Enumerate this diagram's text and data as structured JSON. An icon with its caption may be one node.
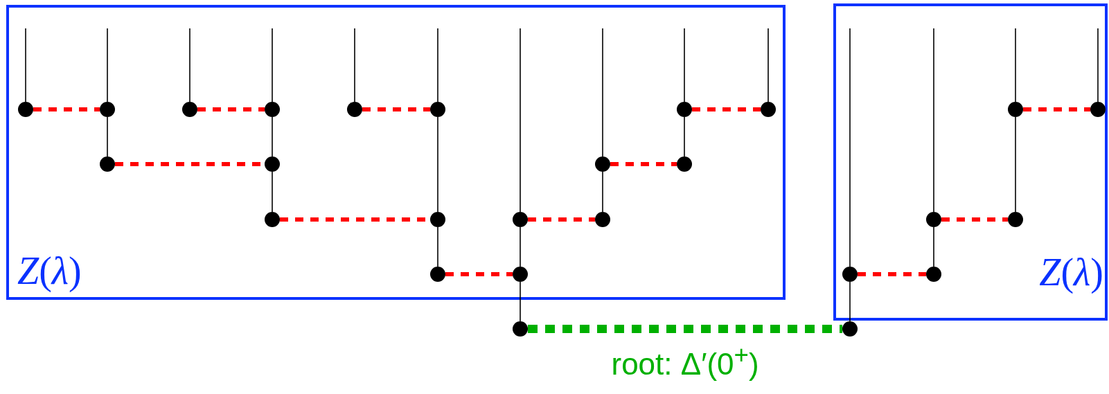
{
  "diagram": {
    "nodes": [
      {
        "text": [
          "*Z*(*λ*)"
        ]
      },
      {
        "text": [
          "*Z*(*λ*)"
        ]
      },
      {
        "text": [],
        "shape": "circle",
        "in": 0
      },
      {
        "text": [],
        "shape": "circle",
        "in": 0
      },
      {
        "text": [],
        "shape": "circle",
        "in": 0
      },
      {
        "text": [],
        "shape": "circle",
        "in": 0
      },
      {
        "text": [],
        "shape": "circle",
        "in": 0
      },
      {
        "text": [],
        "shape": "circle",
        "in": 0
      },
      {
        "text": [],
        "shape": "circle",
        "in": 0
      },
      {
        "text": [],
        "shape": "circle",
        "in": 0
      },
      {
        "text": [],
        "shape": "circle",
        "in": 1
      },
      {
        "text": [],
        "shape": "circle",
        "in": 1
      },
      {
        "text": [],
        "shape": "circle",
        "in": 0
      },
      {
        "text": [],
        "shape": "circle",
        "in": 0
      },
      {
        "text": [],
        "shape": "circle",
        "in": 0
      },
      {
        "text": [],
        "shape": "circle",
        "in": 0
      },
      {
        "text": [],
        "shape": "circle",
        "in": 0
      },
      {
        "text": [],
        "shape": "circle",
        "in": 0
      },
      {
        "text": [],
        "shape": "circle",
        "in": 0
      },
      {
        "text": [],
        "shape": "circle",
        "in": 0
      },
      {
        "text": [],
        "shape": "circle",
        "in": 1
      },
      {
        "text": [],
        "shape": "circle",
        "in": 1
      },
      {
        "text": [],
        "shape": "circle",
        "in": 0
      },
      {
        "text": [],
        "shape": "circle",
        "in": 0
      },
      {
        "text": [],
        "shape": "circle",
        "in": 1
      },
      {
        "text": [],
        "shape": "circle",
        "in": 1
      },
      {
        "text": [],
        "shape": "circle"
      },
      {
        "text": [],
        "shape": "circle"
      }
    ],
    "edges": [
      {
        "from": null,
        "to": 2,
        "arrow": "none"
      },
      {
        "from": null,
        "to": 3,
        "arrow": "none"
      },
      {
        "from": null,
        "to": 4,
        "arrow": "none"
      },
      {
        "from": null,
        "to": 5,
        "arrow": "none"
      },
      {
        "from": null,
        "to": 6,
        "arrow": "none"
      },
      {
        "from": null,
        "to": 7,
        "arrow": "none"
      },
      {
        "from": null,
        "to": 18,
        "arrow": "none"
      },
      {
        "from": null,
        "to": 14,
        "arrow": "none"
      },
      {
        "from": null,
        "to": 8,
        "arrow": "none"
      },
      {
        "from": null,
        "to": 9,
        "arrow": "none"
      },
      {
        "from": null,
        "to": 24,
        "arrow": "none"
      },
      {
        "from": null,
        "to": 20,
        "arrow": "none"
      },
      {
        "from": null,
        "to": 10,
        "arrow": "none"
      },
      {
        "from": null,
        "to": 11,
        "arrow": "none"
      },
      {
        "from": 3,
        "to": 12,
        "arrow": "none"
      },
      {
        "from": 5,
        "to": 13,
        "arrow": "none"
      },
      {
        "from": 13,
        "to": 16,
        "arrow": "none"
      },
      {
        "from": 7,
        "to": 17,
        "arrow": "none"
      },
      {
        "from": 17,
        "to": 22,
        "arrow": "none"
      },
      {
        "from": 18,
        "to": 23,
        "arrow": "none"
      },
      {
        "from": 23,
        "to": 26,
        "arrow": "none"
      },
      {
        "from": 14,
        "to": 19,
        "arrow": "none"
      },
      {
        "from": 8,
        "to": 15,
        "arrow": "none"
      },
      {
        "from": 24,
        "to": 27,
        "arrow": "none"
      },
      {
        "from": 20,
        "to": 25,
        "arrow": "none"
      },
      {
        "from": 10,
        "to": 21,
        "arrow": "none"
      },
      {
        "from": 2,
        "to": 3,
        "arrow": "none",
        "style": "dashed",
        "color": "#ff0000"
      },
      {
        "from": 4,
        "to": 5,
        "arrow": "none",
        "style": "dashed",
        "color": "#ff0000"
      },
      {
        "from": 6,
        "to": 7,
        "arrow": "none",
        "style": "dashed",
        "color": "#ff0000"
      },
      {
        "from": 8,
        "to": 9,
        "arrow": "none",
        "style": "dashed",
        "color": "#ff0000"
      },
      {
        "from": 10,
        "to": 11,
        "arrow": "none",
        "style": "dashed",
        "color": "#ff0000"
      },
      {
        "from": 12,
        "to": 13,
        "arrow": "none",
        "style": "dashed",
        "color": "#ff0000"
      },
      {
        "from": 14,
        "to": 15,
        "arrow": "none",
        "style": "dashed",
        "color": "#ff0000"
      },
      {
        "from": 16,
        "to": 17,
        "arrow": "none",
        "style": "dashed",
        "color": "#ff0000"
      },
      {
        "from": 18,
        "to": 19,
        "arrow": "none",
        "style": "dashed",
        "color": "#ff0000"
      },
      {
        "from": 20,
        "to": 21,
        "arrow": "none",
        "style": "dashed",
        "color": "#ff0000"
      },
      {
        "from": 22,
        "to": 23,
        "arrow": "none",
        "style": "dashed",
        "color": "#ff0000"
      },
      {
        "from": 24,
        "to": 25,
        "arrow": "none",
        "style": "dashed",
        "color": "#ff0000"
      },
      {
        "from": 26,
        "to": 27,
        "arrow": "none",
        "style": "dashed",
        "color": "#00b000",
        "label": "root: Δ′(0$^{+}$)"
      }
    ]
  }
}
